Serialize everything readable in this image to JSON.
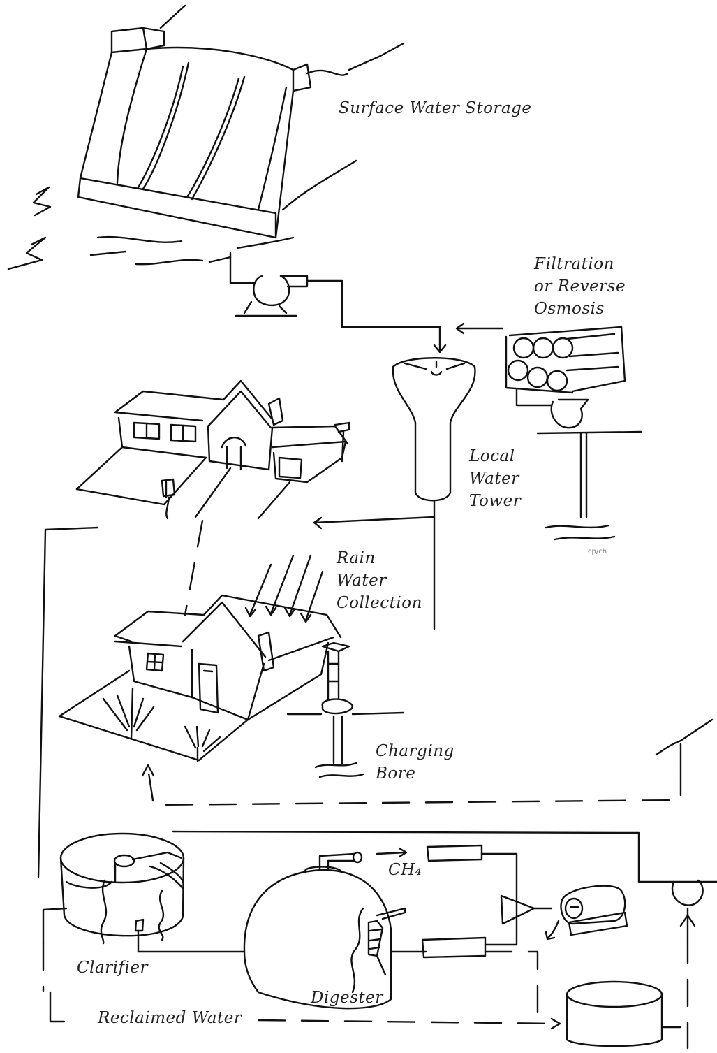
{
  "labels": {
    "surface_water_storage": "Surface Water Storage",
    "filtration_line1": "Filtration",
    "filtration_line2": "or Reverse",
    "filtration_line3": "Osmosis",
    "tower_line1": "Local",
    "tower_line2": "Water",
    "tower_line3": "Tower",
    "rain_line1": "Rain",
    "rain_line2": "Water",
    "rain_line3": "Collection",
    "bore_line1": "Charging",
    "bore_line2": "Bore",
    "ch4": "CH₄",
    "clarifier": "Clarifier",
    "digester": "Digester",
    "reclaimed_water": "Reclaimed Water",
    "signature": "cp/ch"
  },
  "colors": {
    "ink": "#111111",
    "text": "#222222",
    "background": "#ffffff"
  }
}
